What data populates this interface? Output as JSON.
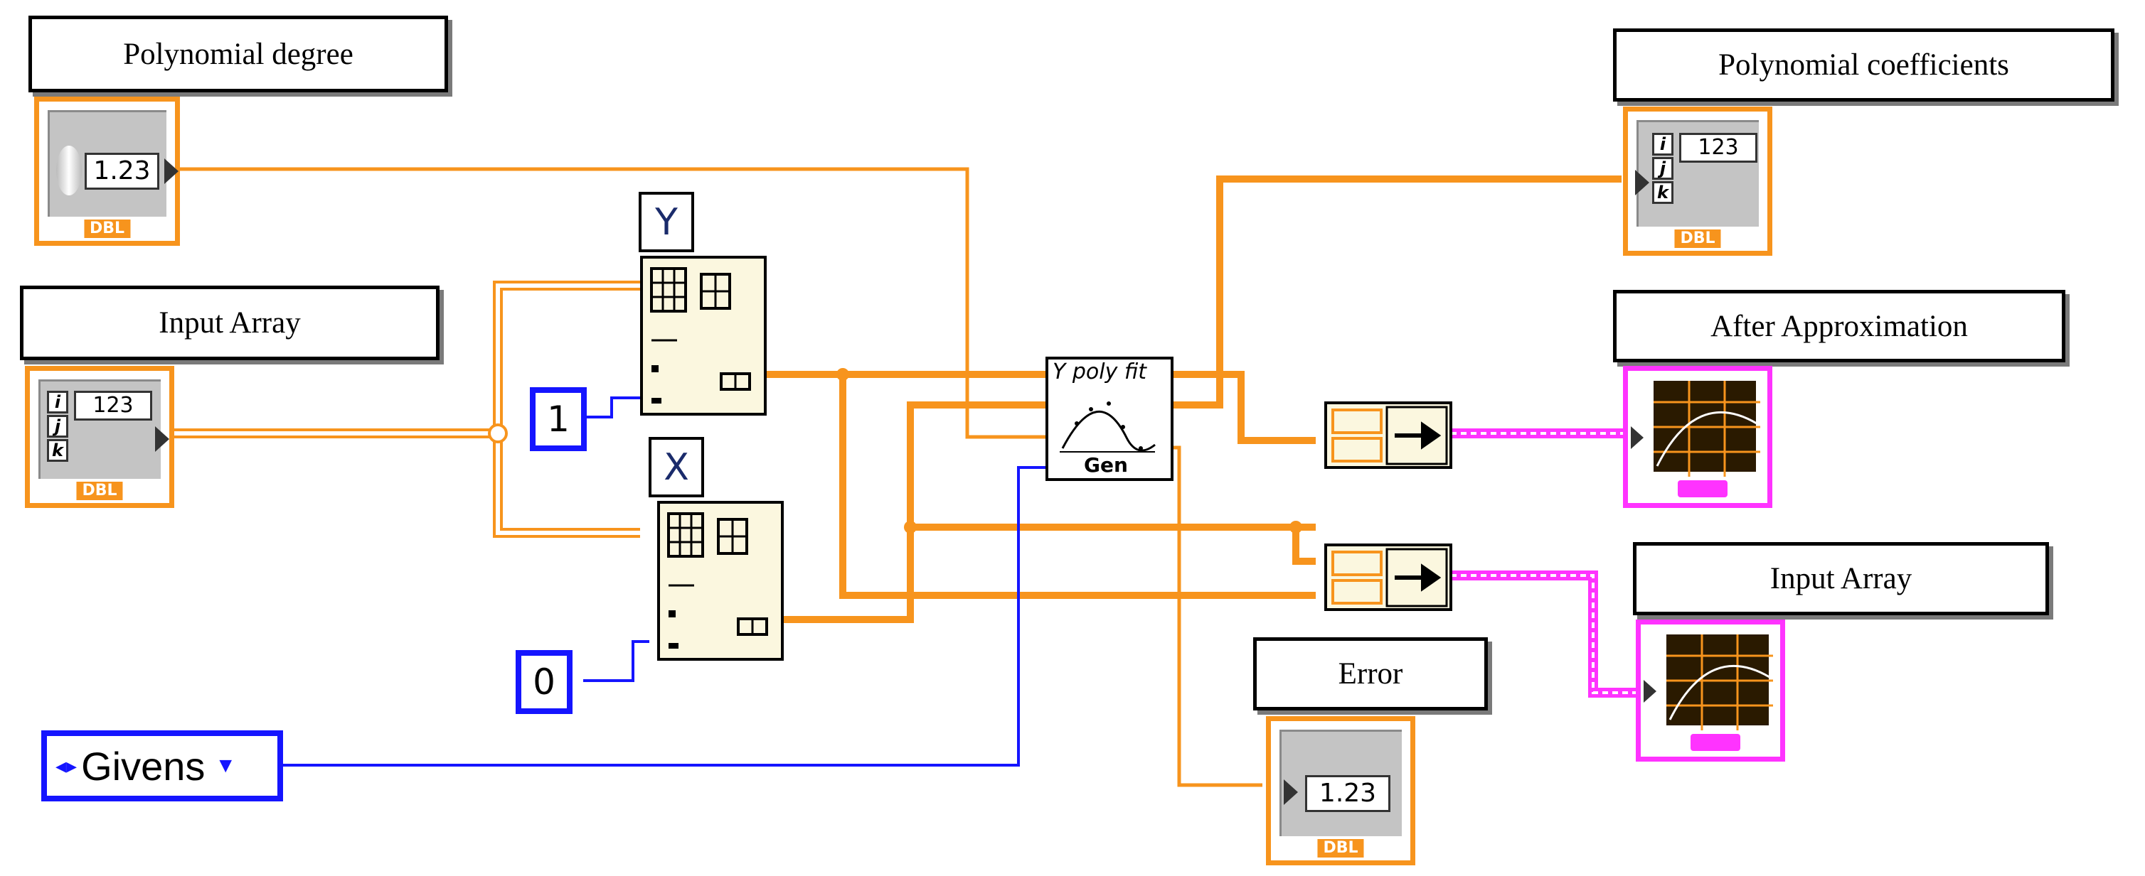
{
  "labels": {
    "polynomial_degree": "Polynomial degree",
    "input_array_left": "Input Array",
    "polynomial_coefficients": "Polynomial coefficients",
    "after_approximation": "After Approximation",
    "input_array_right": "Input Array",
    "error": "Error"
  },
  "terminals": {
    "degree_value": "1.23",
    "error_value": "1.23",
    "dbl_tag": "DBL",
    "array_value": "123",
    "index_i": "i",
    "index_j": "j",
    "index_k": "k"
  },
  "constants": {
    "one": "1",
    "zero": "0",
    "y_letter": "Y",
    "x_letter": "X"
  },
  "algorithm": {
    "selected": "Givens"
  },
  "polyfit_icon": {
    "top_text": "Y poly fit",
    "bottom_text": "Gen"
  },
  "colors": {
    "orange_wire": "#f7941d",
    "blue_wire": "#1515ff",
    "pink_wire": "#ff33ff"
  }
}
